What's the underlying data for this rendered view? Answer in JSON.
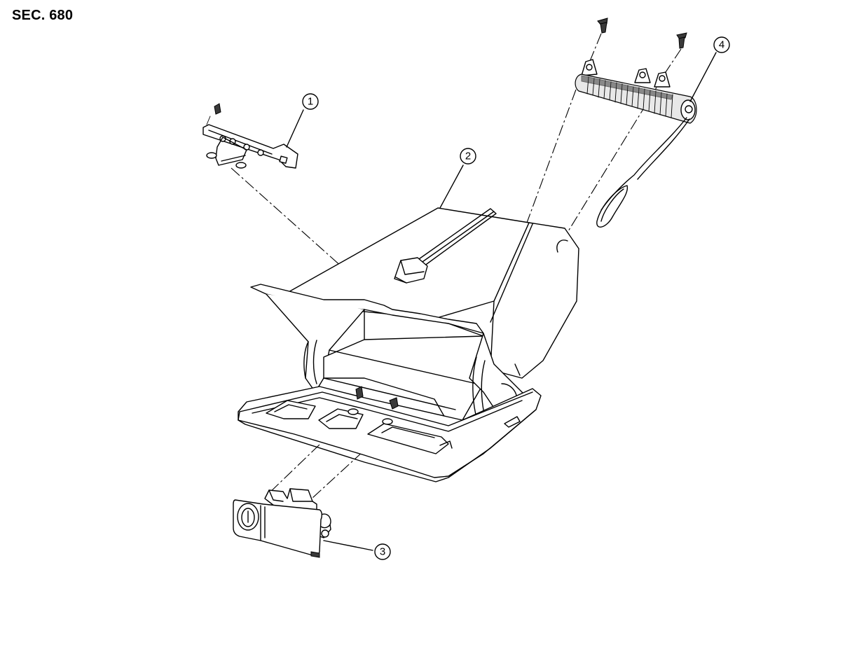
{
  "section_label": "SEC. 680",
  "callouts": [
    {
      "id": "1",
      "label": "1",
      "part": "bracket"
    },
    {
      "id": "2",
      "label": "2",
      "part": "glove-box"
    },
    {
      "id": "3",
      "label": "3",
      "part": "lock-latch"
    },
    {
      "id": "4",
      "label": "4",
      "part": "damper"
    }
  ]
}
